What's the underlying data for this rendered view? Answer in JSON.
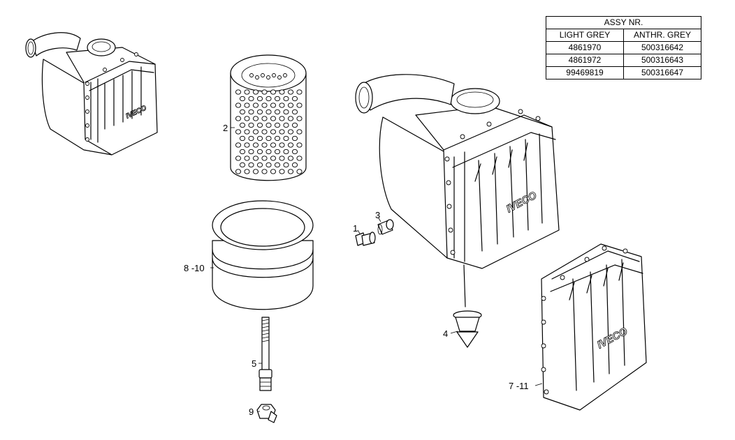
{
  "table": {
    "title": "ASSY NR.",
    "columns": [
      "LIGHT GREY",
      "ANTHR. GREY"
    ],
    "rows": [
      [
        "4861970",
        "500316642"
      ],
      [
        "4861972",
        "500316643"
      ],
      [
        "99469819",
        "500316647"
      ]
    ]
  },
  "callouts": {
    "c1": "1",
    "c2": "2",
    "c3": "3",
    "c4": "4",
    "c5": "5",
    "c8_10": "8 -10",
    "c7_11": "7 -11",
    "c9": "9"
  },
  "logo": "IVECO"
}
